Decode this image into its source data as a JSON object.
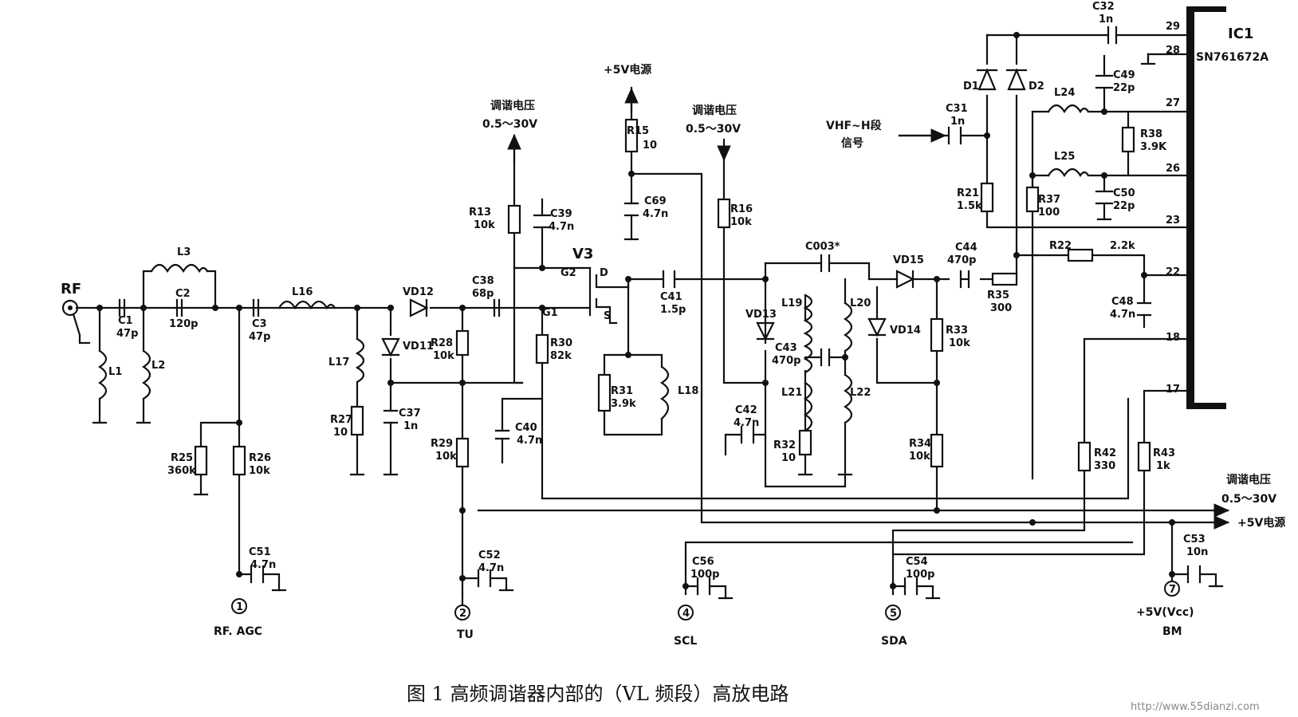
{
  "figure": {
    "caption": "图 1    高频调谐器内部的（VL 频段）高放电路",
    "watermark": "http://www.55dianzi.com"
  },
  "ic": {
    "ref": "IC1",
    "part": "SN761672A",
    "pins": [
      "29",
      "28",
      "27",
      "26",
      "23",
      "22",
      "18",
      "17"
    ]
  },
  "rails": {
    "tune_top_left": [
      "调谐电压",
      "0.5～30V"
    ],
    "tune_top_mid": [
      "调谐电压",
      "0.5～30V"
    ],
    "vcc_top": "+5V电源",
    "tune_right": [
      "调谐电压",
      "0.5～30V"
    ],
    "vcc_right": "+5V电源",
    "vhf_input": [
      "VHF~H段",
      "信号"
    ]
  },
  "terminals": [
    {
      "num": "1",
      "label": "RF. AGC"
    },
    {
      "num": "2",
      "label": "TU"
    },
    {
      "num": "4",
      "label": "SCL"
    },
    {
      "num": "5",
      "label": "SDA"
    },
    {
      "num": "7",
      "label": "BM",
      "extra": "+5V(Vcc)"
    }
  ],
  "input": "RF",
  "transistor": {
    "ref": "V3",
    "g2": "G2",
    "g1": "G1",
    "d": "D",
    "s": "S"
  },
  "parts": {
    "C1": [
      "C1",
      "47p"
    ],
    "C2": [
      "C2",
      "120p"
    ],
    "C3": [
      "C3",
      "47p"
    ],
    "L1": [
      "L1"
    ],
    "L2": [
      "L2"
    ],
    "L3": [
      "L3"
    ],
    "L16": [
      "L16"
    ],
    "L17": [
      "L17"
    ],
    "L18": [
      "L18"
    ],
    "L19": [
      "L19"
    ],
    "L20": [
      "L20"
    ],
    "L21": [
      "L21"
    ],
    "L22": [
      "L22"
    ],
    "L24": [
      "L24"
    ],
    "L25": [
      "L25"
    ],
    "VD11": [
      "VD11"
    ],
    "VD12": [
      "VD12"
    ],
    "VD13": [
      "VD13"
    ],
    "VD14": [
      "VD14"
    ],
    "VD15": [
      "VD15"
    ],
    "D1": [
      "D1"
    ],
    "D2": [
      "D2"
    ],
    "C37": [
      "C37",
      "1n"
    ],
    "C38": [
      "C38",
      "68p"
    ],
    "C39": [
      "C39",
      "4.7n"
    ],
    "C40": [
      "C40",
      "4.7n"
    ],
    "C41": [
      "C41",
      "1.5p"
    ],
    "C42": [
      "C42",
      "4.7n"
    ],
    "C43": [
      "C43",
      "470p"
    ],
    "C44": [
      "C44",
      "470p"
    ],
    "C003": [
      "C003*"
    ],
    "C31": [
      "C31",
      "1n"
    ],
    "C32": [
      "C32",
      "1n"
    ],
    "C48": [
      "C48",
      "4.7n"
    ],
    "C49": [
      "C49",
      "22p"
    ],
    "C50": [
      "C50",
      "22p"
    ],
    "C51": [
      "C51",
      "4.7n"
    ],
    "C52": [
      "C52",
      "4.7n"
    ],
    "C53": [
      "C53",
      "10n"
    ],
    "C54": [
      "C54",
      "100p"
    ],
    "C56": [
      "C56",
      "100p"
    ],
    "C69": [
      "C69",
      "4.7n"
    ],
    "R13": [
      "R13",
      "10k"
    ],
    "R15": [
      "R15",
      "10"
    ],
    "R16": [
      "R16",
      "10k"
    ],
    "R21": [
      "R21",
      "1.5k"
    ],
    "R22": [
      "R22",
      "2.2k"
    ],
    "R25": [
      "R25",
      "360k"
    ],
    "R26": [
      "R26",
      "10k"
    ],
    "R27": [
      "R27",
      "10"
    ],
    "R28": [
      "R28",
      "10k"
    ],
    "R29": [
      "R29",
      "10k"
    ],
    "R30": [
      "R30",
      "82k"
    ],
    "R31": [
      "R31",
      "3.9k"
    ],
    "R32": [
      "R32",
      "10"
    ],
    "R33": [
      "R33",
      "10k"
    ],
    "R34": [
      "R34",
      "10k"
    ],
    "R35": [
      "R35",
      "300"
    ],
    "R37": [
      "R37",
      "100"
    ],
    "R38": [
      "R38",
      "3.9K"
    ],
    "R42": [
      "R42",
      "330"
    ],
    "R43": [
      "R43",
      "1k"
    ]
  }
}
